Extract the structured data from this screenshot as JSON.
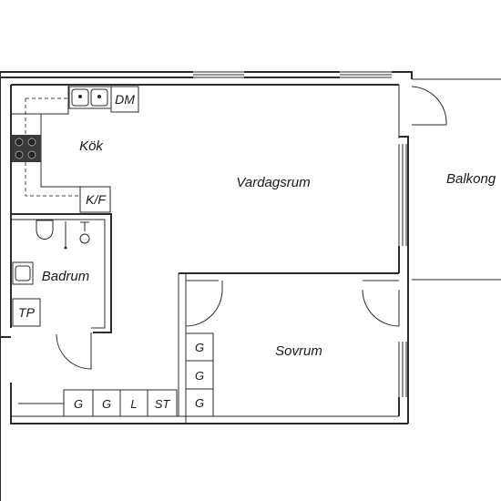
{
  "rooms": {
    "kitchen": "Kök",
    "living": "Vardagsrum",
    "balcony": "Balkong",
    "bathroom": "Badrum",
    "bedroom": "Sovrum"
  },
  "fixtures": {
    "dishwasher": "DM",
    "fridge_freezer": "K/F",
    "dryer": "TP",
    "closets_hall": [
      "G",
      "G",
      "L",
      "ST"
    ],
    "closets_bedroom": [
      "G",
      "G",
      "G"
    ]
  }
}
